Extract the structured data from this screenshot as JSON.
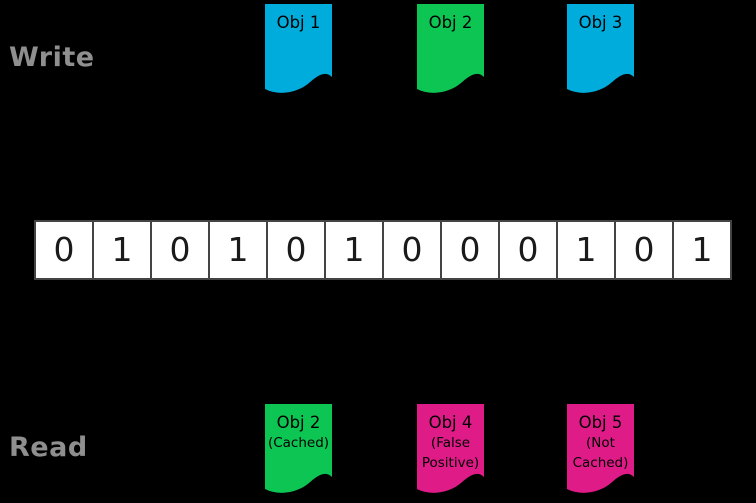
{
  "labels": {
    "write": "Write",
    "read": "Read"
  },
  "colors": {
    "background": "#000000",
    "row_label": "#8F8F8F",
    "cyan": "#00ACDC",
    "green": "#0DC553",
    "magenta": "#DE1B87",
    "cell_background": "#FFFFFF",
    "cell_border": "#444444",
    "digit": "#1A1A1A",
    "tag_text": "#000000"
  },
  "top_tags": [
    {
      "label": "Obj 1",
      "color": "#00ACDC"
    },
    {
      "label": "Obj 2",
      "color": "#0DC553"
    },
    {
      "label": "Obj 3",
      "color": "#00ACDC"
    }
  ],
  "bottom_tags": [
    {
      "label": "Obj 2",
      "sublabel": "(Cached)",
      "color": "#0DC553"
    },
    {
      "label": "Obj 4",
      "sublabel": "(False Positive)",
      "color": "#DE1B87"
    },
    {
      "label": "Obj 5",
      "sublabel": "(Not Cached)",
      "color": "#DE1B87"
    }
  ],
  "bit_array": {
    "bits": [
      "0",
      "1",
      "0",
      "1",
      "0",
      "1",
      "0",
      "0",
      "0",
      "1",
      "0",
      "1"
    ]
  }
}
